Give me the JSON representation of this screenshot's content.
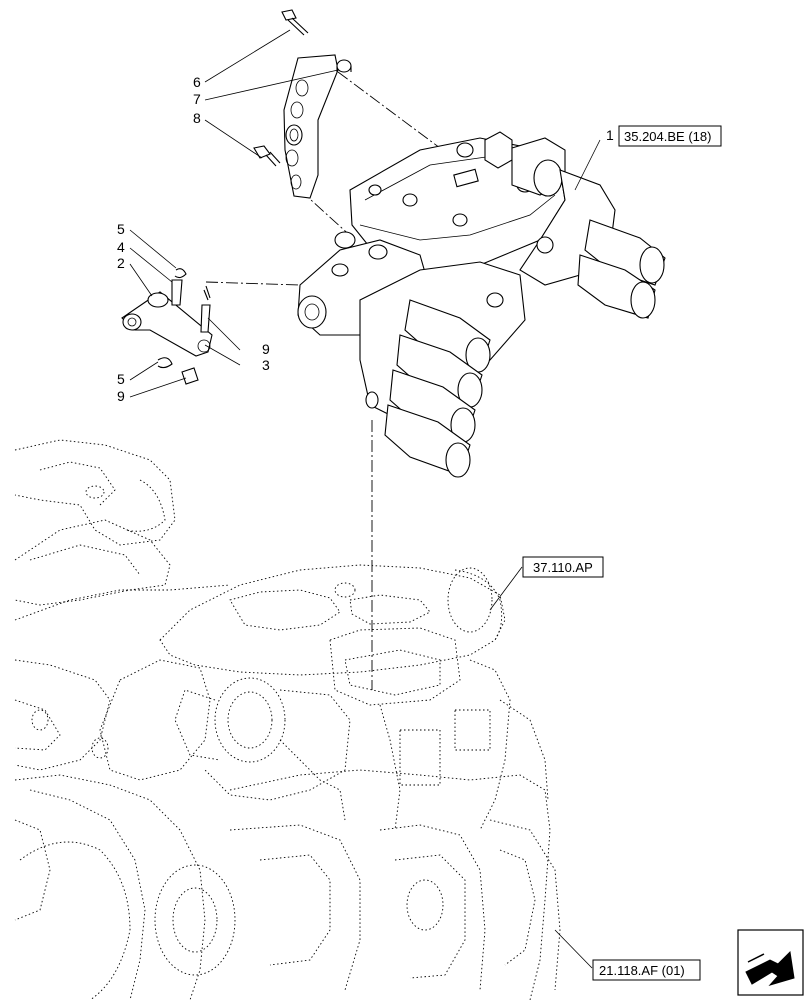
{
  "callouts": {
    "c1": "1",
    "c2": "2",
    "c3": "3",
    "c4": "4",
    "c5a": "5",
    "c5b": "5",
    "c6": "6",
    "c7": "7",
    "c8": "8",
    "c9a": "9",
    "c9b": "9"
  },
  "references": {
    "valve_ref": "35.204.BE (18)",
    "housing_ref": "37.110.AP",
    "engine_ref": "21.118.AF (01)"
  },
  "icons": {
    "corner": "next-page-arrow-icon"
  }
}
